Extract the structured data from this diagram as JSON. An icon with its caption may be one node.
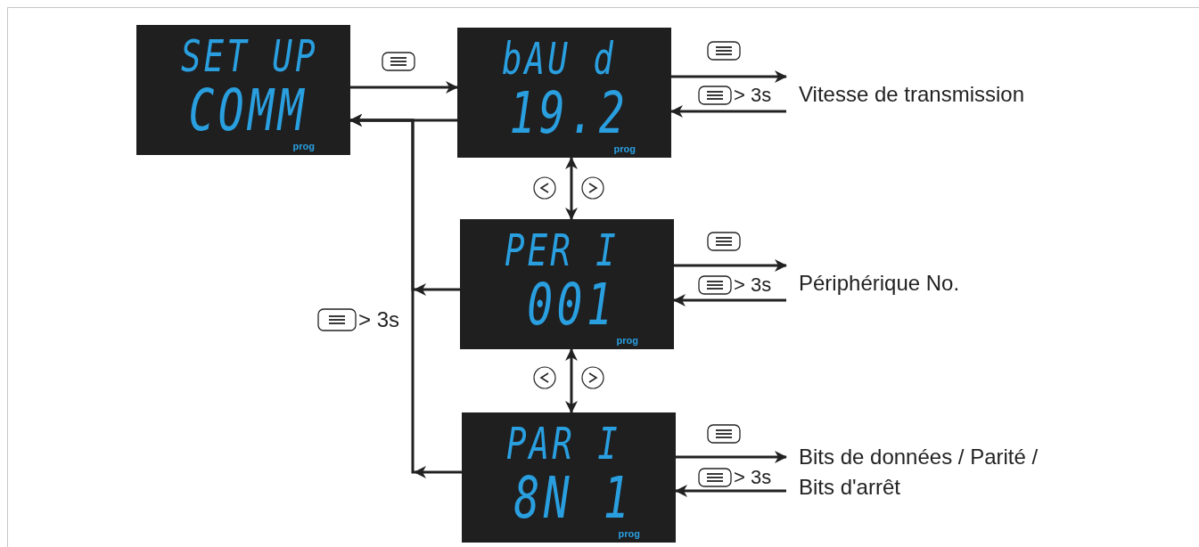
{
  "diagram": {
    "nodes": [
      {
        "text": [
          "SET UP",
          "COMM",
          "prog"
        ]
      },
      {
        "text": [
          "bAU d",
          "19.2",
          "prog"
        ]
      },
      {
        "text": [
          "PER I",
          "001",
          "prog"
        ]
      },
      {
        "text": [
          "PAR I",
          "8N 1",
          "prog"
        ]
      },
      {
        "text": [
          "Vitesse de transmission"
        ]
      },
      {
        "text": [
          "Périphérique No."
        ]
      },
      {
        "text": [
          "Bits de données / Parité / Bits d'arrêt"
        ]
      }
    ],
    "edges": [
      {
        "from": 0,
        "to": 1,
        "arrow": "to"
      },
      {
        "from": 1,
        "to": 0,
        "arrow": "to"
      },
      {
        "from": 2,
        "to": 0,
        "arrow": "to",
        "label": "> 3s"
      },
      {
        "from": 3,
        "to": 0,
        "arrow": "to"
      },
      {
        "from": 1,
        "to": 2,
        "arrow": "both"
      },
      {
        "from": 2,
        "to": 3,
        "arrow": "both"
      },
      {
        "from": 1,
        "to": 4,
        "arrow": "to"
      },
      {
        "from": 4,
        "to": 1,
        "arrow": "to",
        "label": "> 3s"
      },
      {
        "from": 2,
        "to": 5,
        "arrow": "to"
      },
      {
        "from": 5,
        "to": 2,
        "arrow": "to",
        "label": "> 3s"
      },
      {
        "from": 3,
        "to": 6,
        "arrow": "to"
      },
      {
        "from": 6,
        "to": 3,
        "arrow": "to",
        "label": "> 3s"
      }
    ]
  }
}
